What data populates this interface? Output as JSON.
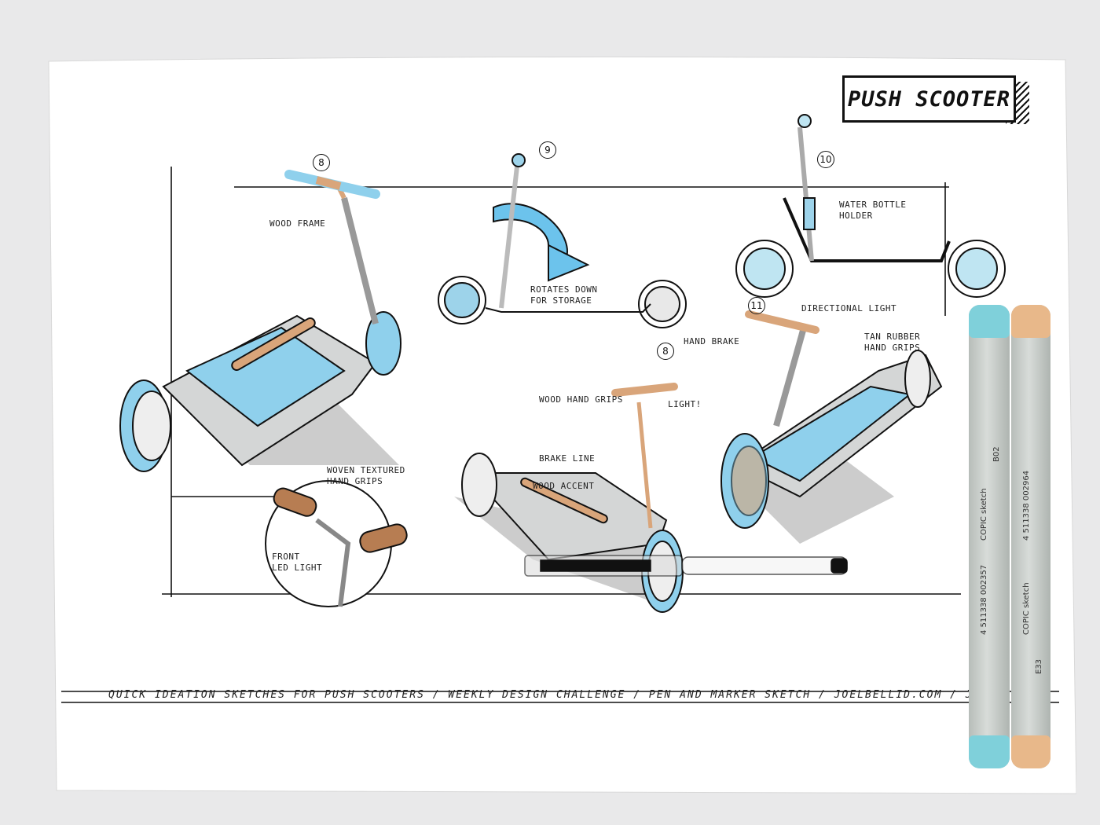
{
  "title": "PUSH SCOOTER",
  "sketch_numbers": [
    "8",
    "9",
    "10",
    "11",
    "8"
  ],
  "labels": {
    "wood_frame": "WOOD FRAME",
    "rotates_down": "ROTATES DOWN\nFOR STORAGE",
    "water_bottle": "WATER BOTTLE\nHOLDER",
    "directional_light": "DIRECTIONAL LIGHT",
    "hand_brake": "HAND BRAKE",
    "tan_rubber": "TAN RUBBER\nHAND GRIPS",
    "wood_hand_grips": "WOOD HAND GRIPS",
    "light": "LIGHT!",
    "brake_line": "BRAKE LINE",
    "wood_accent": "WOOD ACCENT",
    "woven_textured": "WOVEN TEXTURED\nHAND GRIPS",
    "front_led": "FRONT\nLED LIGHT"
  },
  "footer": "QUICK IDEATION SKETCHES FOR PUSH SCOOTERS / WEEKLY DESIGN CHALLENGE / PEN AND MARKER SKETCH / joelbellid.com / J.BELL.",
  "markers": [
    {
      "brand": "COPIC sketch",
      "code": "B02",
      "barcode": "4 511338 002357",
      "cap_color": "#7fd0da"
    },
    {
      "brand": "COPIC sketch",
      "code": "E33",
      "barcode": "4 511338 002964",
      "cap_color": "#e8b88a"
    }
  ],
  "colors": {
    "paper": "#ffffff",
    "background": "#e9e9ea",
    "blue_marker": "#7fc9e3",
    "tan_marker": "#d9a57a",
    "ink": "#111111"
  }
}
